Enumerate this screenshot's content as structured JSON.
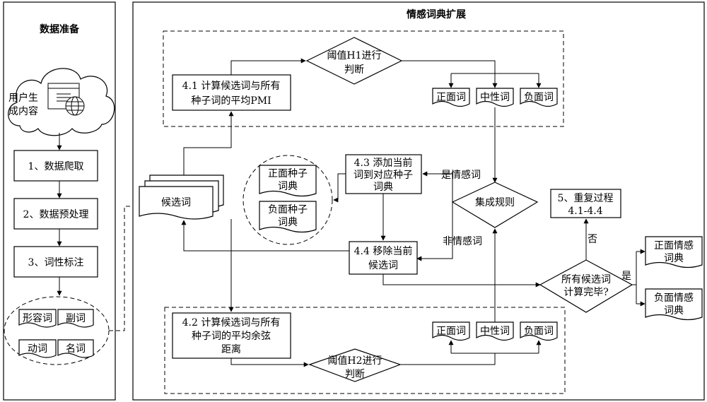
{
  "left_panel": {
    "title": "数据准备",
    "cloud_label_1": "用户生",
    "cloud_label_2": "成内容",
    "step1": "1、数据爬取",
    "step2": "2、数据预处理",
    "step3": "3、词性标注",
    "pos": [
      "形容词",
      "副词",
      "动词",
      "名词"
    ]
  },
  "right_panel": {
    "title": "情感词典扩展",
    "candidates": "候选词",
    "seed_pos_1": "正面种子",
    "seed_pos_2": "词典",
    "seed_neg_1": "负面种子",
    "seed_neg_2": "词典",
    "box41_1": "4.1 计算候选词与所有",
    "box41_2": "种子词的平均PMI",
    "h1_1": "阈值H1进行",
    "h1_2": "判断",
    "box42_1": "4.2 计算候选词与所有",
    "box42_2": "种子词的平均余弦",
    "box42_3": "距离",
    "h2_1": "阈值H2进行",
    "h2_2": "判断",
    "top_words": [
      "正面词",
      "中性词",
      "负面词"
    ],
    "bottom_words": [
      "正面词",
      "中性词",
      "负面词"
    ],
    "box43_1": "4.3 添加当前",
    "box43_2": "词到对应种子",
    "box43_3": "词典",
    "is_sentiment": "是情感词",
    "not_sentiment": "非情感词",
    "integration_rule": "集成规则",
    "box44_1": "4.4 移除当前",
    "box44_2": "候选词",
    "box5_1": "5、重复过程",
    "box5_2": "4.1-4.4",
    "no_label": "否",
    "yes_label": "是",
    "done_1": "所有候选词",
    "done_2": "计算完毕?",
    "out_pos_1": "正面情感",
    "out_pos_2": "词典",
    "out_neg_1": "负面情感",
    "out_neg_2": "词典"
  }
}
